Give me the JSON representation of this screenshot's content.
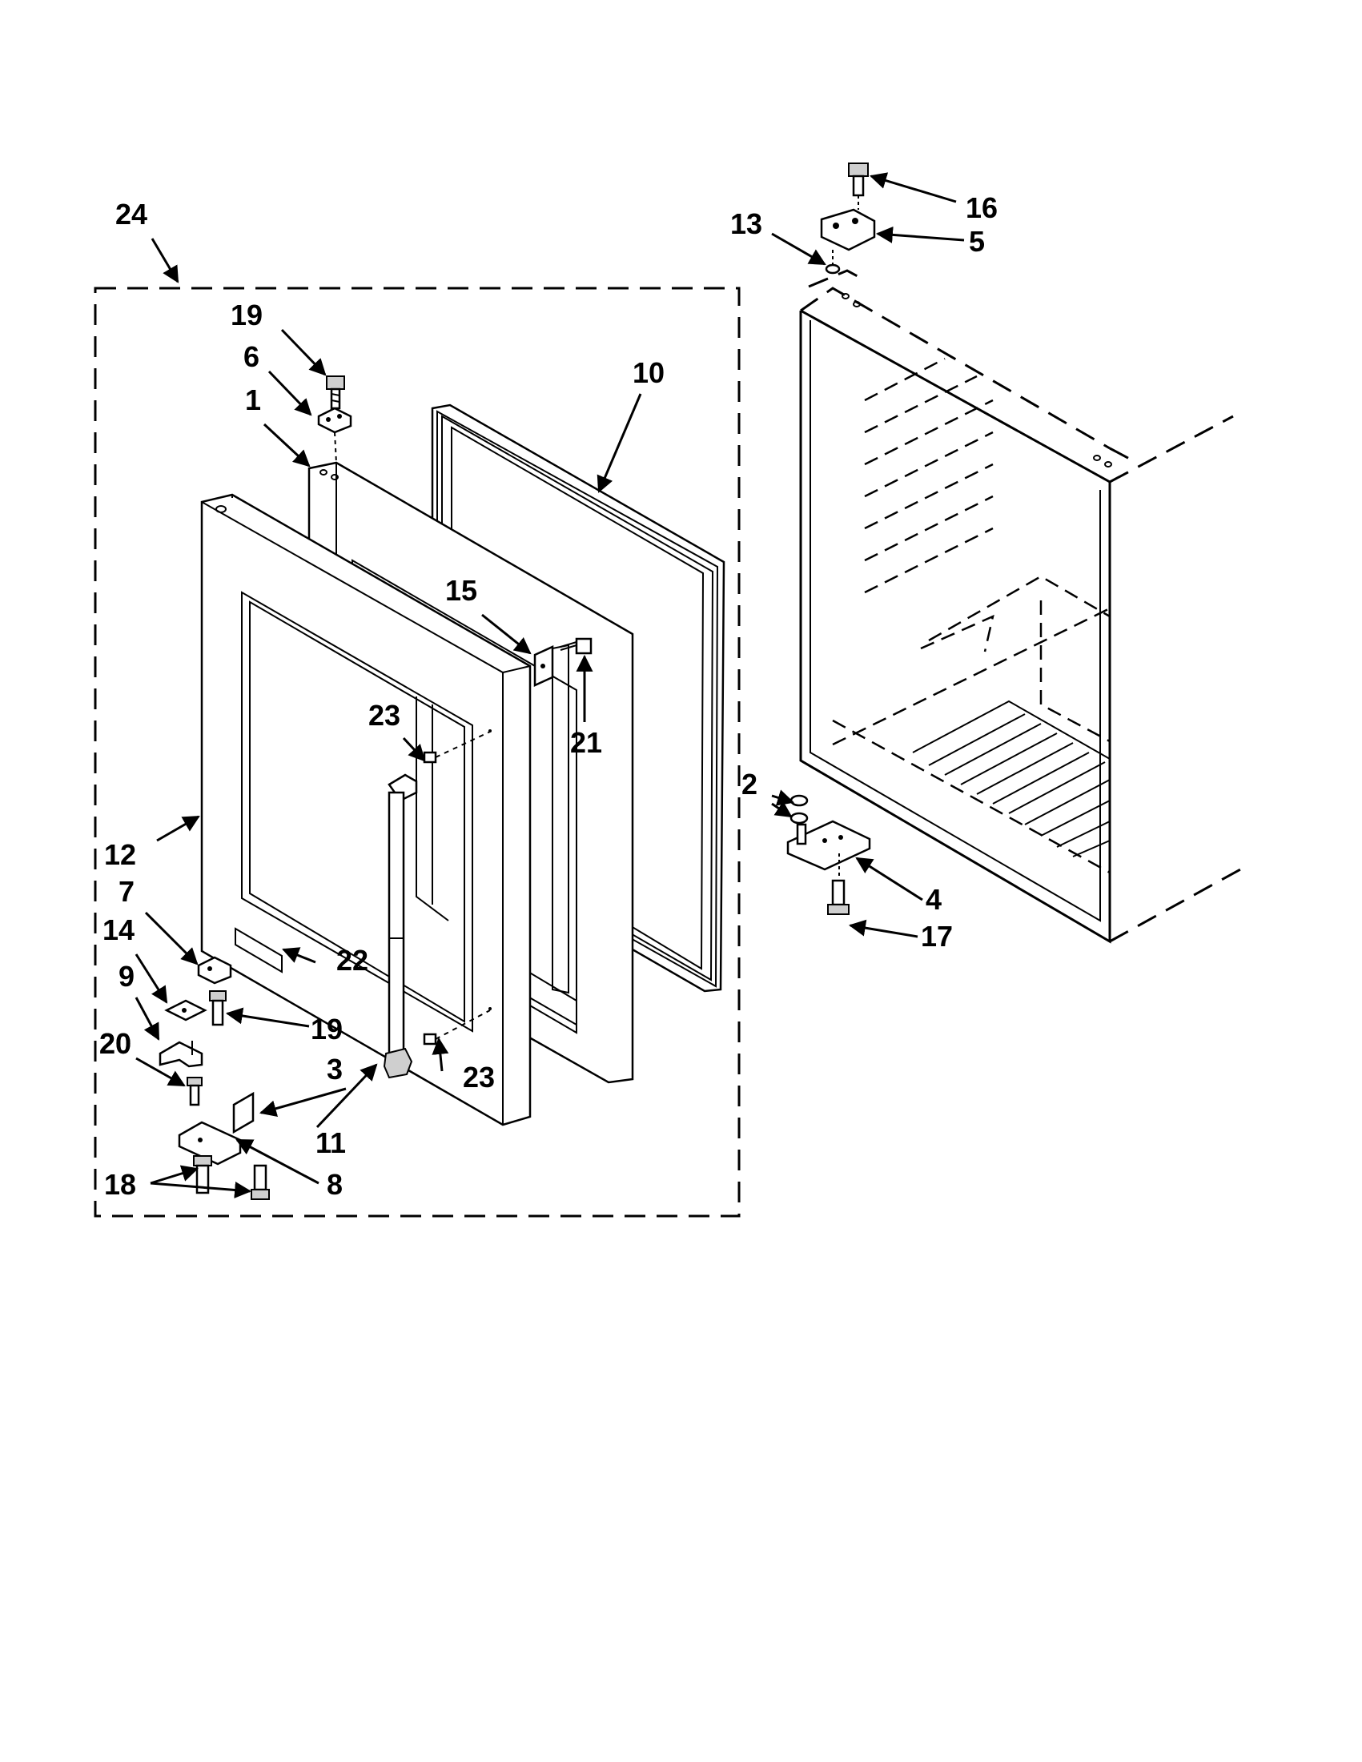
{
  "callouts": [
    {
      "id": "c1",
      "label": "1"
    },
    {
      "id": "c2",
      "label": "2"
    },
    {
      "id": "c3",
      "label": "3"
    },
    {
      "id": "c4",
      "label": "4"
    },
    {
      "id": "c5",
      "label": "5"
    },
    {
      "id": "c6",
      "label": "6"
    },
    {
      "id": "c7",
      "label": "7"
    },
    {
      "id": "c8",
      "label": "8"
    },
    {
      "id": "c9",
      "label": "9"
    },
    {
      "id": "c10",
      "label": "10"
    },
    {
      "id": "c11",
      "label": "11"
    },
    {
      "id": "c12",
      "label": "12"
    },
    {
      "id": "c13",
      "label": "13"
    },
    {
      "id": "c14",
      "label": "14"
    },
    {
      "id": "c15",
      "label": "15"
    },
    {
      "id": "c16",
      "label": "16"
    },
    {
      "id": "c17",
      "label": "17"
    },
    {
      "id": "c18",
      "label": "18"
    },
    {
      "id": "c19a",
      "label": "19"
    },
    {
      "id": "c19b",
      "label": "19"
    },
    {
      "id": "c20",
      "label": "20"
    },
    {
      "id": "c21",
      "label": "21"
    },
    {
      "id": "c22",
      "label": "22"
    },
    {
      "id": "c23a",
      "label": "23"
    },
    {
      "id": "c23b",
      "label": "23"
    },
    {
      "id": "c24",
      "label": "24"
    }
  ]
}
